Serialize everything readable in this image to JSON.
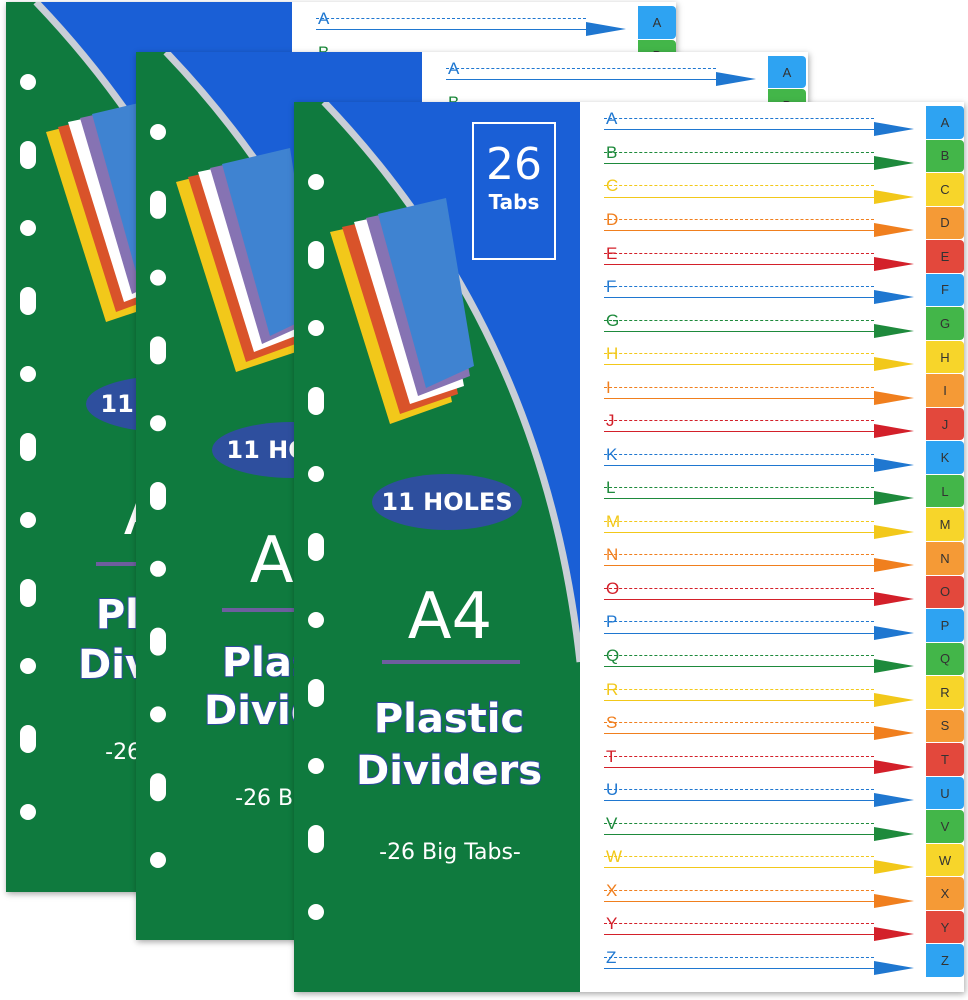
{
  "product": {
    "tab_count_number": "26",
    "tab_count_label": "Tabs",
    "holes_label": "11 HOLES",
    "size_label": "A4",
    "name_line1": "Plastic",
    "name_line2": "Dividers",
    "subtitle": "-26 Big Tabs-"
  },
  "tab_letters": [
    "A",
    "B",
    "C",
    "D",
    "E",
    "F",
    "G",
    "H",
    "I",
    "J",
    "K",
    "L",
    "M",
    "N",
    "O",
    "P",
    "Q",
    "R",
    "S",
    "T",
    "U",
    "V",
    "W",
    "X",
    "Y",
    "Z"
  ],
  "colors": {
    "cover_green": "#0f7a3e",
    "cover_blue": "#1a5fd6",
    "pill_blue": "#2e4f9e",
    "tab_cycle": [
      "#1f77d0",
      "#1e8a3c",
      "#f2c81a",
      "#f07f1e",
      "#d3202a"
    ],
    "tab_fill_cycle": [
      "#2ea3f2",
      "#43b649",
      "#f7d52a",
      "#f59a36",
      "#e3483c"
    ]
  }
}
